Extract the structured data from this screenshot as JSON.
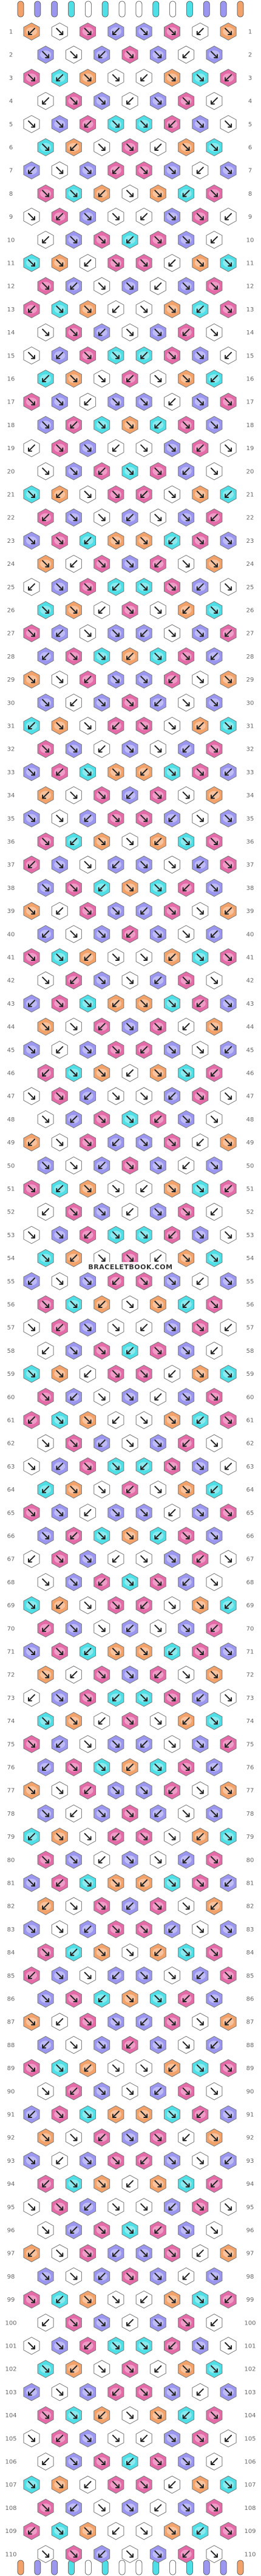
{
  "pattern": {
    "rows": 110,
    "knots_per_odd_row": 8,
    "knots_per_even_row": 7,
    "colors": {
      "A": "#F3A26A",
      "B": "#9B97F0",
      "C": "#E56BA8",
      "D": "#4FDFE6",
      "E": "#FFFFFF"
    },
    "strand_colors": [
      "A",
      "B",
      "B",
      "D",
      "E",
      "D",
      "E",
      "E",
      "D",
      "E",
      "D",
      "B",
      "B",
      "A"
    ],
    "watermark": "BRACELETBOOK.COM"
  },
  "icons": {
    "knot_forward": "arrow-down-right",
    "knot_backward": "arrow-down-left",
    "knot_forward_backward": "arrow-right-then-down",
    "knot_backward_forward": "arrow-left-then-down"
  }
}
